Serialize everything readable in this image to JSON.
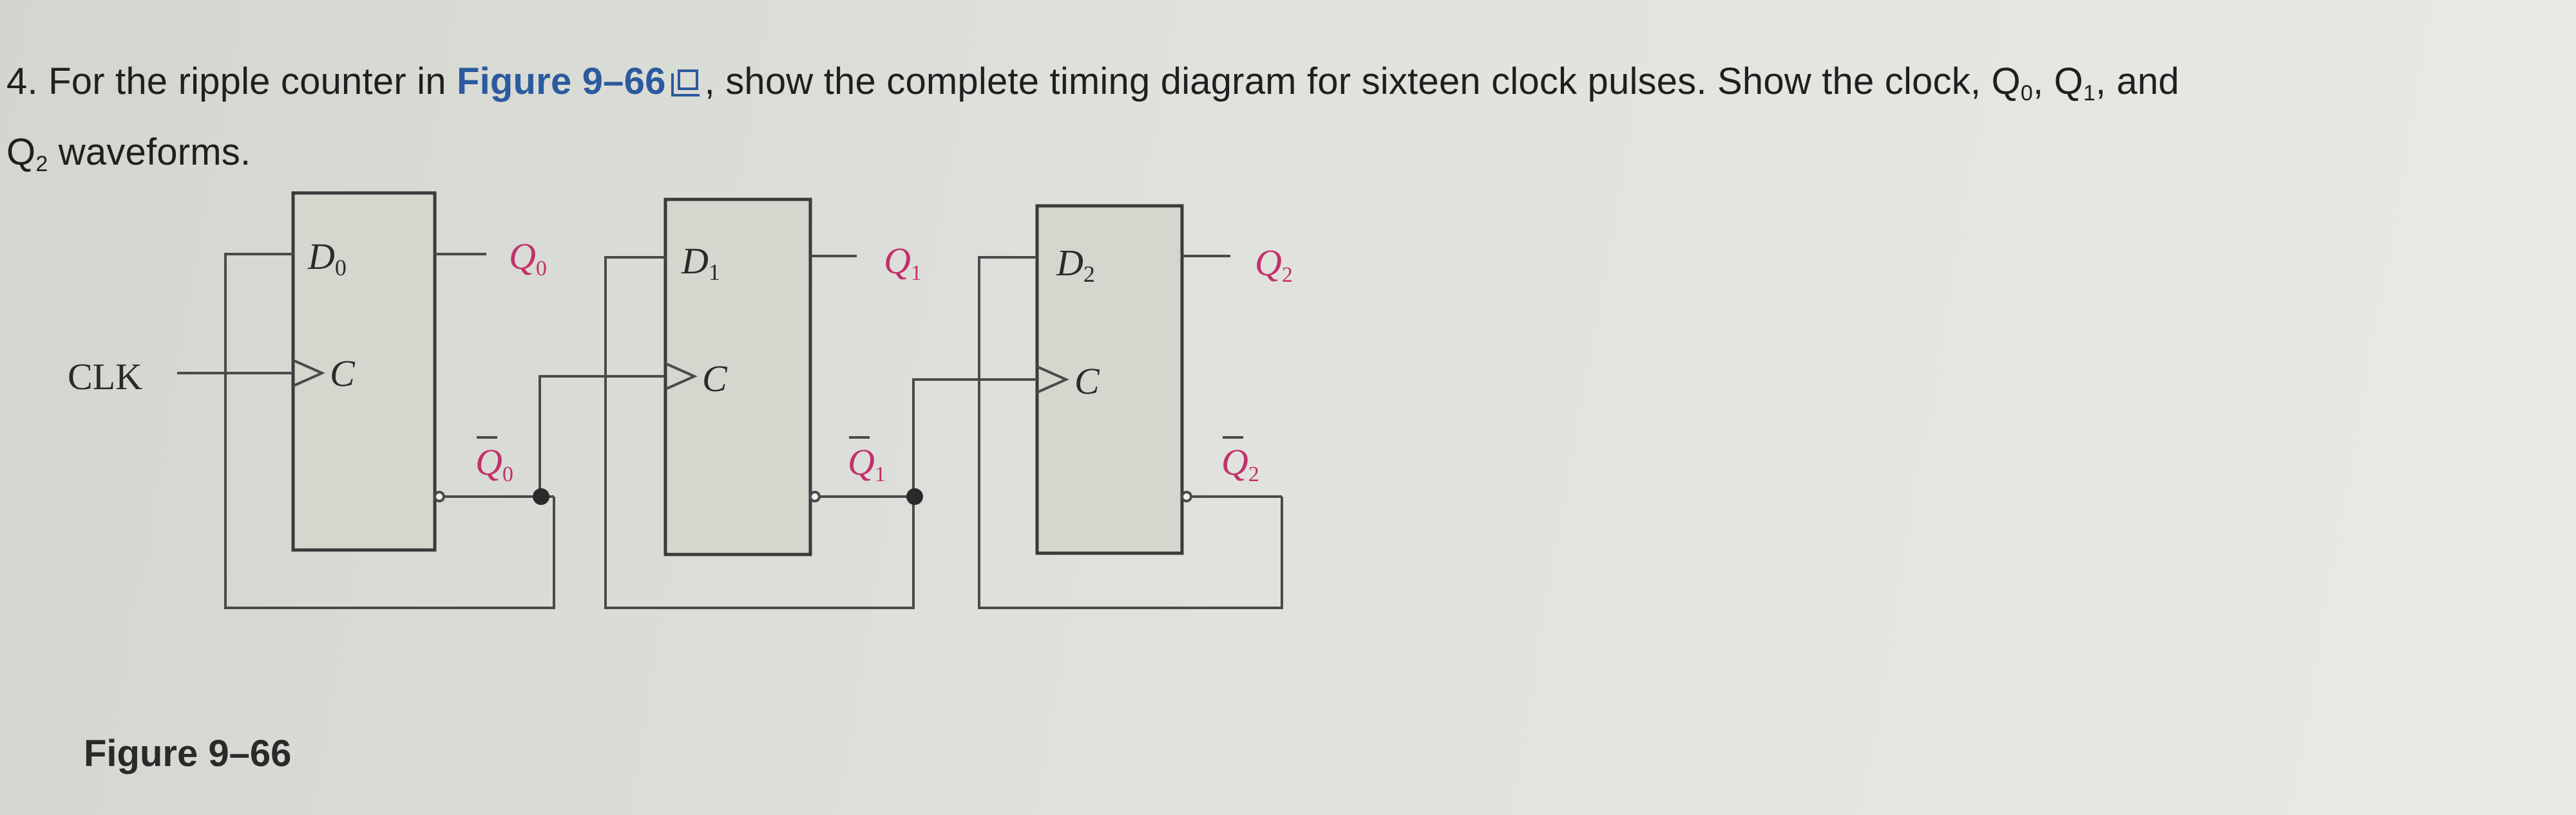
{
  "question": {
    "number": "4.",
    "text_before_link": "For the ripple counter in",
    "figure_link": "Figure 9–66",
    "text_after_link": ", show the complete timing diagram for sixteen clock pulses. Show the clock,",
    "q_letter": "Q",
    "sub0": "0",
    "sub1": "1",
    "sub2": "2",
    "comma": ",",
    "and": "and",
    "waveforms": "waveforms."
  },
  "figure": {
    "caption": "Figure 9–66",
    "clk_label": "CLK",
    "flip_flops": [
      {
        "d_letter": "D",
        "d_sub": "0",
        "c_label": "C",
        "q_letter": "Q",
        "q_sub": "0",
        "qbar_letter": "Q",
        "qbar_sub": "0"
      },
      {
        "d_letter": "D",
        "d_sub": "1",
        "c_label": "C",
        "q_letter": "Q",
        "q_sub": "1",
        "qbar_letter": "Q",
        "qbar_sub": "1"
      },
      {
        "d_letter": "D",
        "d_sub": "2",
        "c_label": "C",
        "q_letter": "Q",
        "q_sub": "2",
        "qbar_letter": "Q",
        "qbar_sub": "2"
      }
    ]
  },
  "colors": {
    "text": "#1f1f1f",
    "link": "#2b5a9e",
    "q_label": "#c2306a",
    "wire": "#4a4a4a",
    "box_fill": "#d6d6cf"
  },
  "icons": [
    "figure-popout-icon"
  ]
}
